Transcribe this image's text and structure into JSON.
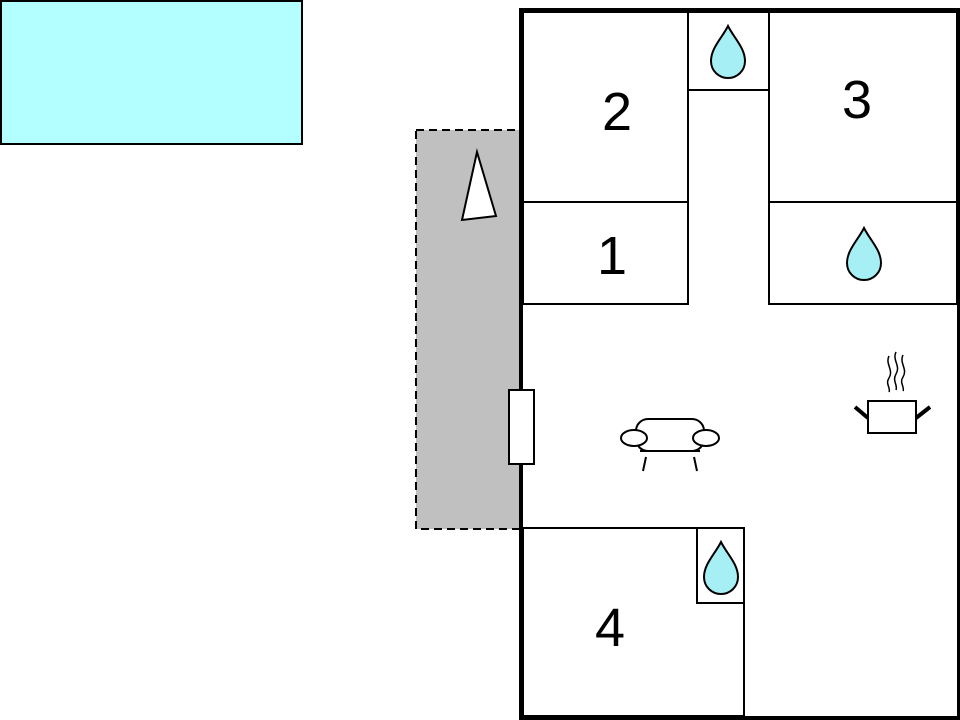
{
  "colors": {
    "pool": "#b3ffff",
    "terrace": "#c0c0c1",
    "water_drop": "#a6f0f5",
    "wall": "#000000",
    "background": "#ffffff"
  },
  "rooms": [
    {
      "id": "bedroom-1",
      "label": "1"
    },
    {
      "id": "bedroom-2",
      "label": "2"
    },
    {
      "id": "bedroom-3",
      "label": "3"
    },
    {
      "id": "bedroom-4",
      "label": "4"
    }
  ],
  "icons": {
    "bathroom": "water-drop-icon",
    "kitchen": "cooking-pot-icon",
    "living_room": "sofa-icon",
    "north": "north-arrow-icon",
    "door": "door-icon"
  }
}
